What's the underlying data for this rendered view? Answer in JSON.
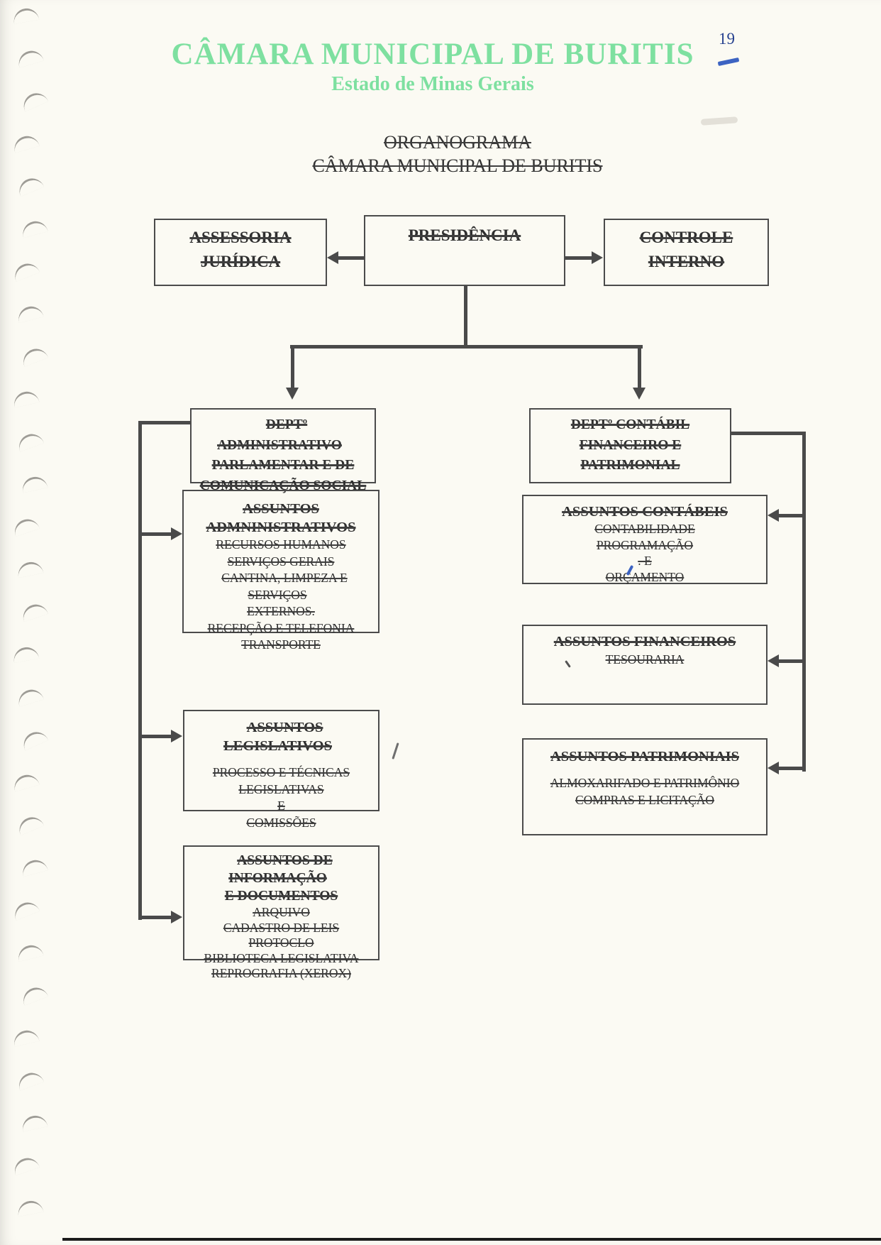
{
  "colors": {
    "header_green": "#7ee0a0",
    "page_number_blue": "#26418f",
    "pen_blue": "#3c63c2",
    "ink": "#2f2f2f",
    "line_gray": "#4a4a4a",
    "paper": "#fbfaf3"
  },
  "header": {
    "title": "CÂMARA MUNICIPAL DE BURITIS",
    "subtitle": "Estado de Minas Gerais",
    "page_number": "19"
  },
  "doc_title": {
    "line1": "ORGANOGRAMA",
    "line2": "CÂMARA MUNICIPAL DE BURITIS"
  },
  "org": {
    "assessoria_juridica": {
      "lines": [
        "ASSESSORIA",
        "JURÍDICA"
      ]
    },
    "presidencia": {
      "lines": [
        "PRESIDÊNCIA"
      ]
    },
    "controle_interno": {
      "lines": [
        "CONTROLE",
        "INTERNO"
      ]
    },
    "dept_administrativo": {
      "lines": [
        "DEPTº ADMINISTRATIVO",
        "PARLAMENTAR E DE",
        "COMUNICAÇÃO SOCIAL"
      ]
    },
    "dept_contabil": {
      "lines": [
        "DEPTº CONTÁBIL",
        "FINANCEIRO E",
        "PATRIMONIAL"
      ]
    },
    "assuntos_administrativos": {
      "title": [
        "ASSUNTOS",
        "ADMNINISTRATIVOS"
      ],
      "items": [
        "RECURSOS HUMANOS",
        "SERVIÇOS GERAIS",
        "CANTINA, LIMPEZA E SERVIÇOS",
        "EXTERNOS.",
        "RECEPÇÃO E TELEFONIA",
        "TRANSPORTE"
      ]
    },
    "assuntos_legislativos": {
      "title": [
        "ASSUNTOS LEGISLATIVOS"
      ],
      "items": [
        "PROCESSO E TÉCNICAS",
        "LEGISLATIVAS",
        "E",
        "COMISSÕES"
      ]
    },
    "assuntos_informacao": {
      "title": [
        "ASSUNTOS DE INFORMAÇÃO",
        "E DOCUMENTOS"
      ],
      "items": [
        "ARQUIVO",
        "CADASTRO DE LEIS",
        "PROTOCLO",
        "BIBLIOTECA LEGISLATIVA",
        "REPROGRAFIA (XEROX)"
      ]
    },
    "assuntos_contabeis": {
      "title": [
        "ASSUNTOS CONTÁBEIS"
      ],
      "items": [
        "CONTABILIDADE",
        "PROGRAMAÇÃO",
        ". E",
        "ORÇAMENTO"
      ]
    },
    "assuntos_financeiros": {
      "title": [
        "ASSUNTOS FINANCEIROS"
      ],
      "items": [
        "TESOURARIA"
      ]
    },
    "assuntos_patrimoniais": {
      "title": [
        "ASSUNTOS PATRIMONIAIS"
      ],
      "items": [
        "ALMOXARIFADO E PATRIMÔNIO",
        "COMPRAS E LICITAÇÃO"
      ]
    }
  }
}
